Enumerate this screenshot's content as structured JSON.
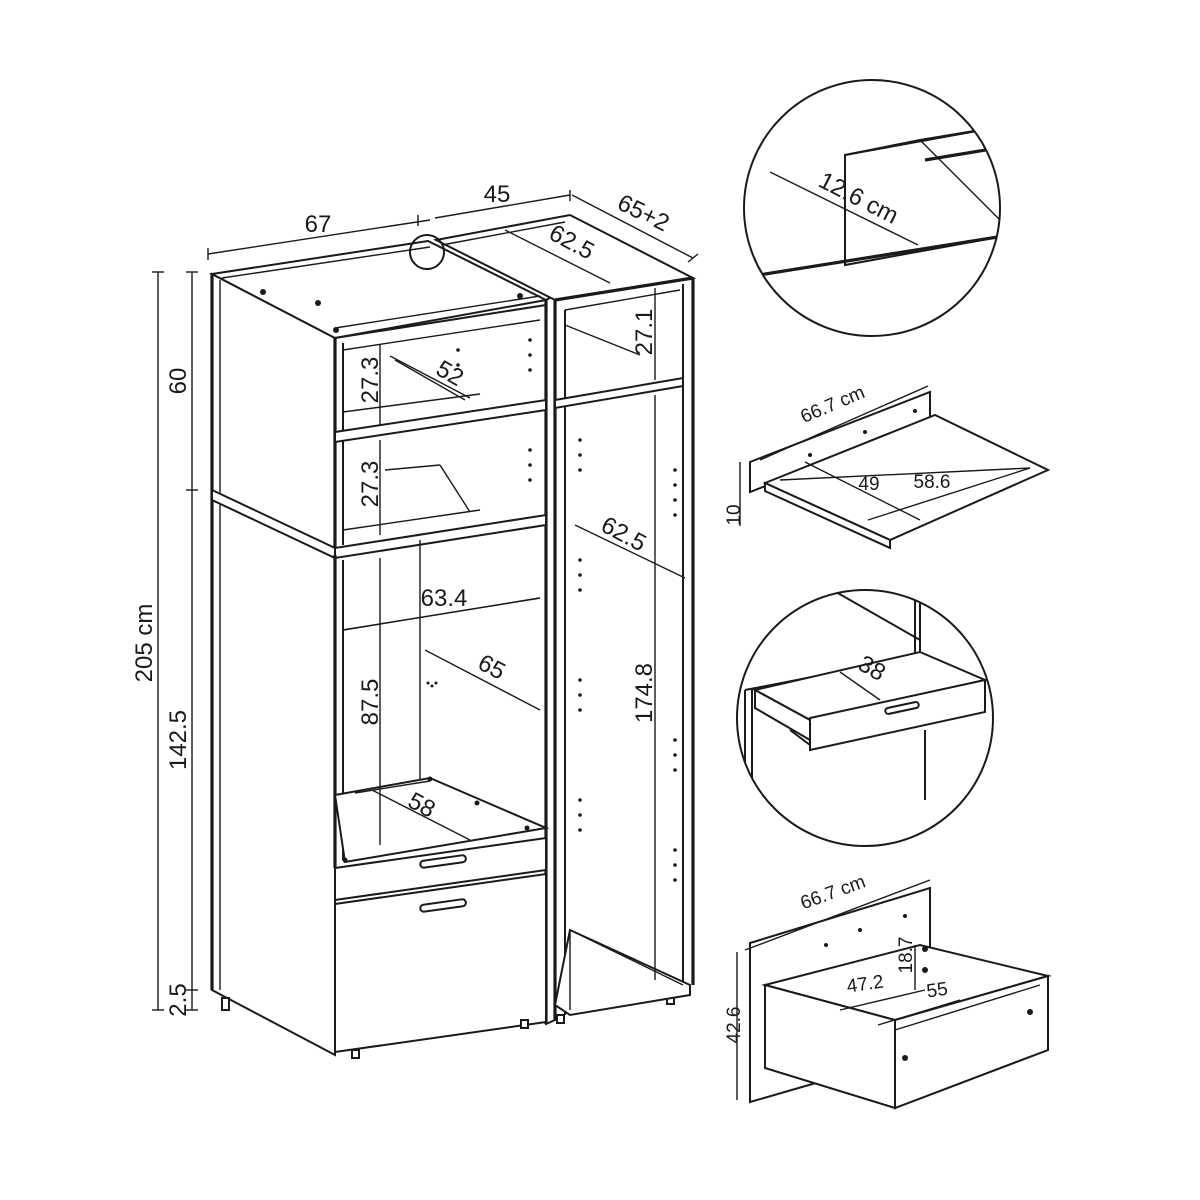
{
  "main": {
    "width_left": "67",
    "width_right": "45",
    "depth_top": "65+2",
    "height_total": "205 cm",
    "height_upper": "60",
    "height_lower": "142.5",
    "height_feet": "2.5",
    "shelf_height_1": "27.3",
    "shelf_height_2": "27.3",
    "shelf_depth": "52",
    "right_top_depth": "62.5",
    "right_top_height": "27.1",
    "right_inner_depth": "62.5",
    "right_inner_height": "174.8",
    "niche_width": "63.4",
    "niche_depth": "65",
    "niche_height": "87.5",
    "base_depth": "58"
  },
  "detail_edge": {
    "thickness": "12.6 cm"
  },
  "detail_shelf": {
    "width": "66.7 cm",
    "height": "10",
    "depth_a": "49",
    "depth_b": "58.6"
  },
  "detail_drawer": {
    "depth": "38"
  },
  "detail_box": {
    "width": "66.7 cm",
    "height": "42.6",
    "inner_height": "18.7",
    "inner_depth_a": "47.2",
    "inner_depth_b": "55"
  }
}
